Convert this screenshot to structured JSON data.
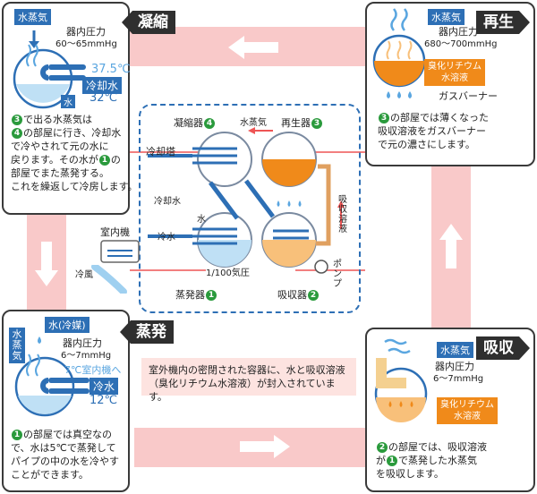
{
  "stages": {
    "condense": "凝縮",
    "regen": "再生",
    "evap": "蒸発",
    "absorb": "吸収"
  },
  "tl_card": {
    "vapor_tag": "水蒸気",
    "pressure_label": "器内圧力",
    "pressure_value": "60～65mmHg",
    "temp_high": "37.5℃",
    "coolant_tag": "冷却水",
    "temp_low": "32℃",
    "water_tag": "水",
    "desc_lines": [
      "で出る水蒸気は",
      "の部屋に行き、冷却水",
      "で冷やされて元の水に",
      "戻ります。その水が",
      "部屋でまた蒸発する。",
      "これを繰返して冷房します。"
    ],
    "ref_nums": [
      "3",
      "4",
      "1"
    ]
  },
  "tr_card": {
    "vapor_tag": "水蒸気",
    "pressure_label": "器内圧力",
    "pressure_value": "680～700mmHg",
    "solution_tag_1": "臭化リチウム",
    "solution_tag_2": "水溶液",
    "burner_label": "ガスバーナー",
    "desc_lines": [
      "の部屋では薄くなった",
      "吸収溶液をガスバーナー",
      "で元の濃さにします。"
    ],
    "ref_num": "3"
  },
  "bl_card": {
    "water_tag": "水(冷媒)",
    "vapor_tag_v": "水蒸気",
    "pressure_label": "器内圧力",
    "pressure_value": "6～7mmHg",
    "temp_high": "7℃室内機へ",
    "coldwater_tag": "冷水",
    "temp_low": "12℃",
    "desc_lines": [
      "の部屋では真空なの",
      "で、水は5℃で蒸発して",
      "パイプの中の水を冷やす",
      "ことができます。"
    ],
    "ref_num": "1"
  },
  "br_card": {
    "vapor_tag": "水蒸気",
    "pressure_label": "器内圧力",
    "pressure_value": "6～7mmHg",
    "solution_tag_1": "臭化リチウム",
    "solution_tag_2": "水溶液",
    "desc_lines": [
      "の部屋では、吸収溶液",
      "が",
      "で蒸発した水蒸気",
      "を吸収します。"
    ],
    "ref_nums": [
      "2",
      "1"
    ]
  },
  "center": {
    "condenser": "凝縮器",
    "condenser_num": "4",
    "vapor": "水蒸気",
    "regenerator": "再生器",
    "regenerator_num": "3",
    "cooling_tower": "冷却塔",
    "cooling_water": "冷却水",
    "water": "水",
    "cold_water": "冷水",
    "pressure": "1/100気圧",
    "absorb_solution": "吸収溶液",
    "pump": "ポンプ",
    "evaporator": "蒸発器",
    "evaporator_num": "1",
    "absorber": "吸収器",
    "absorber_num": "2",
    "indoor_unit": "室内機",
    "cool_air": "冷風"
  },
  "note": {
    "line1": "室外機内の密閉された容器に、水と吸収溶液",
    "line2": "（臭化リチウム水溶液）が封入されています。"
  },
  "colors": {
    "band": "#f9c9c9",
    "dark": "#2f2f2f",
    "blue": "#2d6fb5",
    "orange": "#f08a1a",
    "green": "#2a9a3c"
  }
}
